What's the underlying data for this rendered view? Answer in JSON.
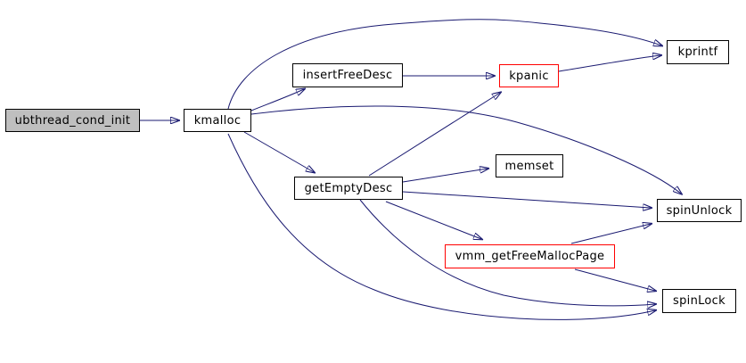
{
  "diagram": {
    "type": "call-graph",
    "colors": {
      "background": "#ffffff",
      "edge": "#191970",
      "node_border": "#000000",
      "node_fill": "#ffffff",
      "root_node_fill": "#bfbfbf",
      "truncated_node_border": "#ff0000",
      "text": "#000000"
    },
    "nodes": [
      {
        "id": "ubthread_cond_init",
        "label": "ubthread_cond_init",
        "kind": "root"
      },
      {
        "id": "kmalloc",
        "label": "kmalloc",
        "kind": "normal"
      },
      {
        "id": "insertFreeDesc",
        "label": "insertFreeDesc",
        "kind": "normal"
      },
      {
        "id": "kpanic",
        "label": "kpanic",
        "kind": "truncated"
      },
      {
        "id": "kprintf",
        "label": "kprintf",
        "kind": "normal"
      },
      {
        "id": "getEmptyDesc",
        "label": "getEmptyDesc",
        "kind": "normal"
      },
      {
        "id": "memset",
        "label": "memset",
        "kind": "normal"
      },
      {
        "id": "spinUnlock",
        "label": "spinUnlock",
        "kind": "normal"
      },
      {
        "id": "vmm_getFreeMallocPage",
        "label": "vmm_getFreeMallocPage",
        "kind": "truncated"
      },
      {
        "id": "spinLock",
        "label": "spinLock",
        "kind": "normal"
      }
    ],
    "edges": [
      {
        "from": "ubthread_cond_init",
        "to": "kmalloc"
      },
      {
        "from": "kmalloc",
        "to": "insertFreeDesc"
      },
      {
        "from": "kmalloc",
        "to": "kprintf"
      },
      {
        "from": "kmalloc",
        "to": "spinUnlock"
      },
      {
        "from": "kmalloc",
        "to": "getEmptyDesc"
      },
      {
        "from": "kmalloc",
        "to": "spinLock"
      },
      {
        "from": "insertFreeDesc",
        "to": "kpanic"
      },
      {
        "from": "kpanic",
        "to": "kprintf"
      },
      {
        "from": "getEmptyDesc",
        "to": "kpanic"
      },
      {
        "from": "getEmptyDesc",
        "to": "memset"
      },
      {
        "from": "getEmptyDesc",
        "to": "spinUnlock"
      },
      {
        "from": "getEmptyDesc",
        "to": "vmm_getFreeMallocPage"
      },
      {
        "from": "getEmptyDesc",
        "to": "spinLock"
      },
      {
        "from": "vmm_getFreeMallocPage",
        "to": "spinUnlock"
      },
      {
        "from": "vmm_getFreeMallocPage",
        "to": "spinLock"
      }
    ]
  }
}
